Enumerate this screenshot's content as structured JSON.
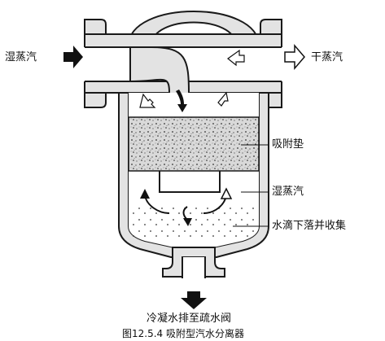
{
  "labels": {
    "inlet": "湿蒸汽",
    "outlet": "干蒸汽",
    "adsorption_pad": "吸附垫",
    "wet_steam": "湿蒸汽",
    "droplets": "水滴下落并收集",
    "drain": "冷凝水排至疏水阀"
  },
  "caption": "图12.5.4  吸附型汽水分离器",
  "colors": {
    "body_fill": "#e3e3e3",
    "stroke": "#1a1a1a",
    "interior": "#ffffff"
  },
  "icons": {
    "inlet_arrow": "arrow-right-filled-icon",
    "outlet_arrow": "arrow-right-outline-icon",
    "drain_arrow": "arrow-down-filled-icon"
  }
}
